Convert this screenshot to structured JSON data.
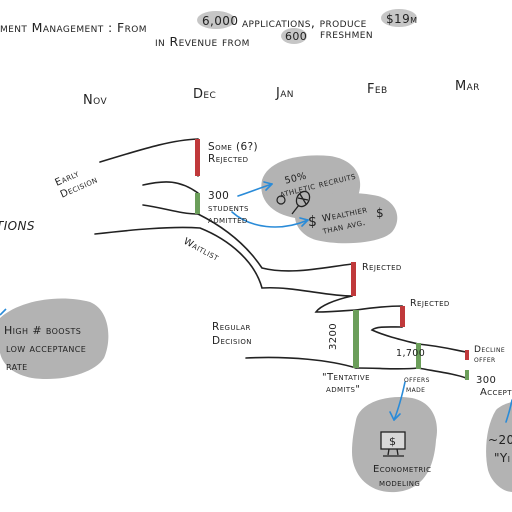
{
  "title": {
    "line1_a": "ment Management : From",
    "count_apps": "6,000",
    "line1_b": "applications, produce",
    "revenue": "$19m",
    "line2_a": "in Revenue from",
    "count_fresh": "600",
    "line2_b": "freshmen"
  },
  "months": [
    "Nov",
    "Dec",
    "Jan",
    "Feb",
    "Mar"
  ],
  "left_fragment": "tions",
  "early_decision": {
    "line1": "Early",
    "line2": "Decision"
  },
  "early_rejected": {
    "line1": "Some (6?)",
    "line2": "Rejected"
  },
  "early_admitted": {
    "line1": "300",
    "line2": "students",
    "line3": "admitted"
  },
  "athletic_note": {
    "line1": "50%",
    "line2": "athletic recruits"
  },
  "wealthier_note": {
    "line1": "Wealthier",
    "line2": "than avg."
  },
  "waitlist": "Waitlist",
  "waitlist_rejected": "Rejected",
  "regular_rejected": "Rejected",
  "regular_decision": {
    "line1": "Regular",
    "line2": "Decision"
  },
  "tentative_count": "3200",
  "tentative_admits": {
    "line1": "\"Tentative",
    "line2": "admits\""
  },
  "offers_count": "1,700",
  "offers_made": {
    "line1": "offers",
    "line2": "made"
  },
  "decline": {
    "line1": "Decline",
    "line2": "offer"
  },
  "accept": {
    "line1": "300",
    "line2": "Accept"
  },
  "left_note": {
    "line1": "High # boosts",
    "line2": "low acceptance",
    "line3": "rate"
  },
  "econometric": {
    "line1": "Econometric",
    "line2": "modeling"
  },
  "right_note": {
    "line1": "~20",
    "line2": "\"Yi"
  },
  "colors": {
    "red": "#c0393b",
    "green": "#6b9e5a",
    "blue": "#2a8bd8",
    "blob": "#b3b3b3"
  },
  "icons": [
    "tennis-racket-icon",
    "dollar-icon",
    "computer-monitor-icon"
  ]
}
